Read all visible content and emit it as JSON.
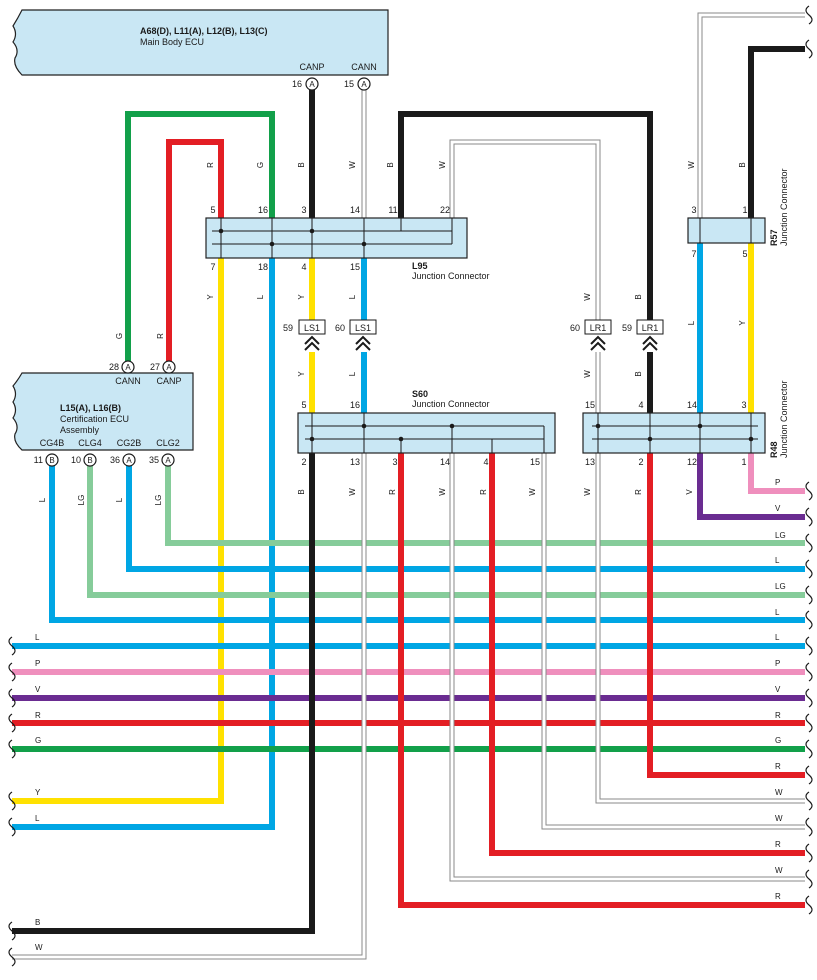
{
  "colors": {
    "B": "#1a1a1a",
    "W": "#ffffff",
    "R": "#e31e24",
    "G": "#12a04a",
    "Y": "#ffe100",
    "L": "#00a6e4",
    "LG": "#86cc9a",
    "P": "#ef8fbd",
    "V": "#6a2c91",
    "box_fill": "#c9e7f4"
  },
  "components": {
    "main_ecu": {
      "ids": "A68(D), L11(A), L12(B), L13(C)",
      "name": "Main Body ECU"
    },
    "cert_ecu": {
      "ids": "L15(A), L16(B)",
      "name_line1": "Certification ECU",
      "name_line2": "Assembly"
    },
    "l95": {
      "id": "L95",
      "name": "Junction Connector"
    },
    "s60": {
      "id": "S60",
      "name": "Junction Connector"
    },
    "r57": {
      "id": "R57",
      "name": "Junction Connector"
    },
    "r48": {
      "id": "R48",
      "name": "Junction Connector"
    }
  },
  "main_ecu_pins": [
    {
      "label": "CANP",
      "num": "16",
      "conn": "A"
    },
    {
      "label": "CANN",
      "num": "15",
      "conn": "A"
    }
  ],
  "cert_top_pins": [
    {
      "num": "28",
      "conn": "A",
      "label": "CANN"
    },
    {
      "num": "27",
      "conn": "A",
      "label": "CANP"
    }
  ],
  "cert_bottom_pins": [
    {
      "label": "CG4B",
      "num": "11",
      "conn": "B"
    },
    {
      "label": "CLG4",
      "num": "10",
      "conn": "B"
    },
    {
      "label": "CG2B",
      "num": "36",
      "conn": "A"
    },
    {
      "label": "CLG2",
      "num": "35",
      "conn": "A"
    }
  ],
  "l95_pins": {
    "top": [
      "5",
      "16",
      "3",
      "14",
      "11",
      "22"
    ],
    "bottom": [
      "7",
      "18",
      "4",
      "15"
    ]
  },
  "s60_pins": {
    "top": [
      "5",
      "16"
    ],
    "bottom": [
      "2",
      "13",
      "3",
      "14",
      "4",
      "15"
    ]
  },
  "s60b_pins": {
    "top": [
      "15",
      "4",
      "14",
      "3"
    ],
    "bottom": [
      "13",
      "2",
      "12",
      "1"
    ]
  },
  "r57_pins": {
    "top": [
      "3",
      "1"
    ],
    "bottom": [
      "7",
      "5"
    ]
  },
  "splices": [
    {
      "num": "59",
      "name": "LS1"
    },
    {
      "num": "60",
      "name": "LS1"
    },
    {
      "num": "60",
      "name": "LR1"
    },
    {
      "num": "59",
      "name": "LR1"
    }
  ],
  "wire_labels": {
    "top_right": [
      "W",
      "B"
    ],
    "r57_bottom": [
      "L",
      "Y"
    ],
    "splice_y": "Y",
    "splice_l": "L",
    "splice_w": "W",
    "splice_b": "B",
    "cert_up": [
      "G",
      "R"
    ],
    "l95_up": [
      "R",
      "G",
      "B",
      "W",
      "B",
      "W"
    ],
    "l95_down": [
      "Y",
      "L",
      "Y",
      "L"
    ],
    "cert_down": [
      "L",
      "LG",
      "L",
      "LG"
    ],
    "s60_down": [
      "B",
      "W",
      "R",
      "W",
      "R",
      "W"
    ],
    "s60b_down": [
      "W",
      "R",
      "V"
    ],
    "r48_out": [
      "P",
      "V"
    ]
  },
  "right_labels": [
    "LG",
    "L",
    "LG",
    "L",
    "L",
    "P",
    "V",
    "R",
    "G",
    "R",
    "W",
    "W",
    "R",
    "W",
    "R"
  ],
  "left_labels": [
    "L",
    "P",
    "V",
    "R",
    "G",
    "Y",
    "L",
    "B",
    "W"
  ]
}
